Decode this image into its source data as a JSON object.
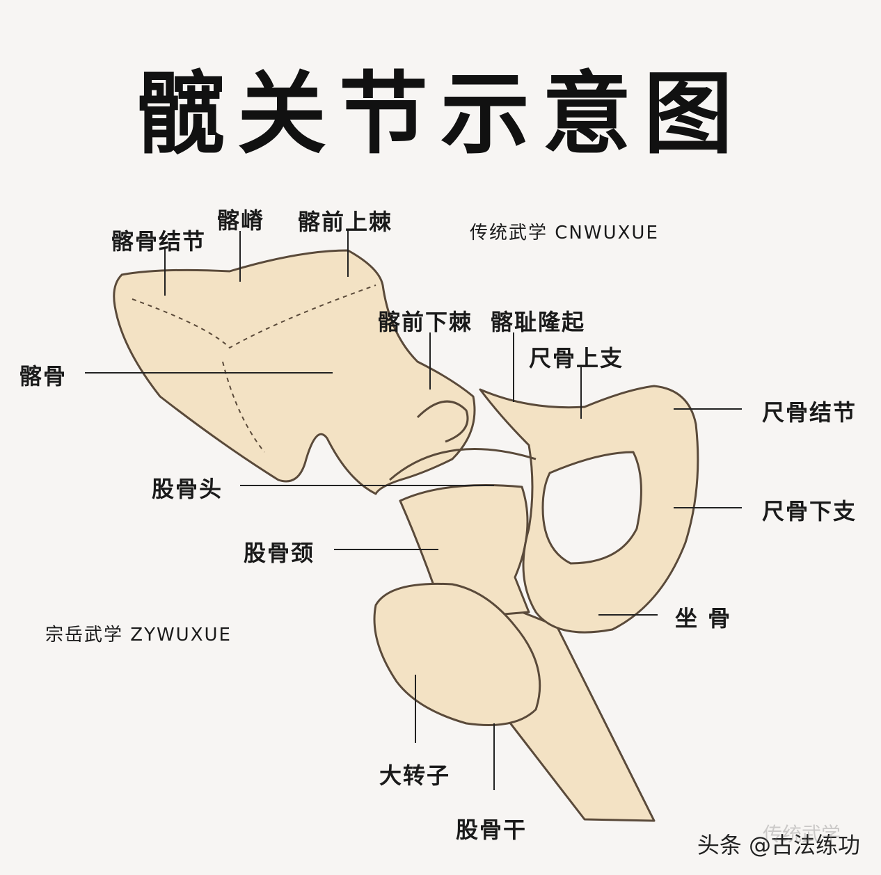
{
  "title": "髋关节示意图",
  "brand_top": "传统武学 CNWUXUE",
  "brand_bottom": "宗岳武学 ZYWUXUE",
  "labels": {
    "iliac_tubercle": "髂骨结节",
    "iliac_crest": "髂嵴",
    "asis": "髂前上棘",
    "aiis": "髂前下棘",
    "iliopubic_eminence": "髂耻隆起",
    "superior_pubic_ramus": "尺骨上支",
    "pubic_tubercle": "尺骨结节",
    "ilium": "髂骨",
    "femoral_head": "股骨头",
    "inferior_pubic_ramus": "尺骨下支",
    "femoral_neck": "股骨颈",
    "ischium": "坐 骨",
    "greater_trochanter": "大转子",
    "femoral_shaft": "股骨干"
  },
  "watermark": "头条 @古法练功",
  "watermark_faint": "传统武学",
  "colors": {
    "background": "#f7f5f3",
    "bone_fill": "#f3e2c4",
    "bone_outline": "#5a4a3a",
    "leader_line": "#222222"
  }
}
